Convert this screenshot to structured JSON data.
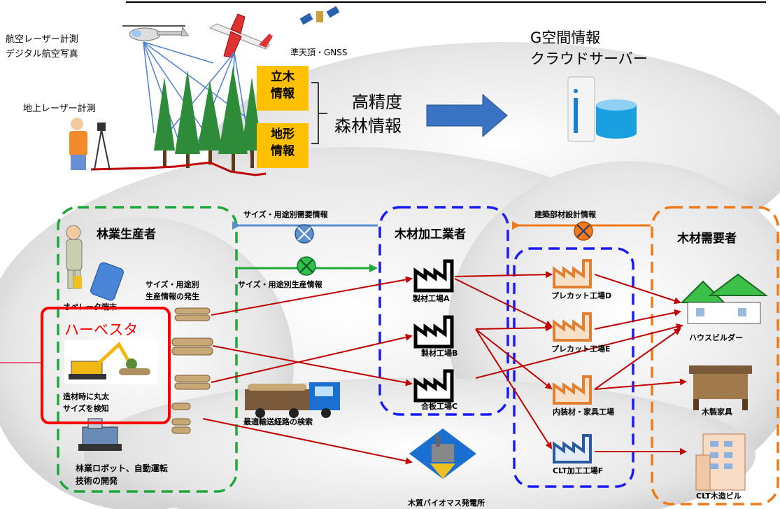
{
  "top": {
    "aerial_line1": "航空レーザー計測",
    "aerial_line2": "デジタル航空写真",
    "ground": "地上レーザー計測",
    "gnss": "準天頂・GNSS",
    "standing_tree_box": [
      "立木",
      "情報"
    ],
    "terrain_box": [
      "地形",
      "情報"
    ],
    "high_precision": [
      "高精度",
      "森林情報"
    ],
    "cloud_server": [
      "G空間情報",
      "クラウドサーバー"
    ]
  },
  "flow": {
    "demand_info": "サイズ・用途別需要情報",
    "production_info": "サイズ・用途別生産情報",
    "building_info": "建築部材設計情報"
  },
  "groups": {
    "producer": "林業生産者",
    "processor": "木材加工業者",
    "consumer": "木材需要者"
  },
  "producer": {
    "operator_terminal": "オペレータ端末",
    "size_generation": [
      "サイズ・用途別",
      "生産情報の発生"
    ],
    "harvester_label": "ハーベスタ",
    "harvester_caption": [
      "造材時に丸太",
      "サイズを検知"
    ],
    "robot": [
      "林業ロボット、自動運転",
      "技術の開発"
    ],
    "transport": "最適輸送経路の検索"
  },
  "factories": {
    "sawmill_a": "製材工場A",
    "sawmill_b": "製材工場B",
    "plywood_c": "合板工場C",
    "precut_d": "プレカット工場D",
    "precut_e": "プレカット工場E",
    "interior": "内装材・家具工場",
    "clt": "CLT加工工場F",
    "biomass": "木質バイオマス発電所"
  },
  "consumers": {
    "house_builder": "ハウスビルダー",
    "furniture": "木製家具",
    "clt_building": "CLT木造ビル"
  },
  "colors": {
    "green_dash": "#1ea83a",
    "blue_dash": "#1a1aff",
    "orange_dash": "#f07a1a",
    "red_arrow": "#c00000",
    "info_box": "#ffc000",
    "highlight": "#ff0000",
    "big_arrow": "#2e6fc0"
  }
}
